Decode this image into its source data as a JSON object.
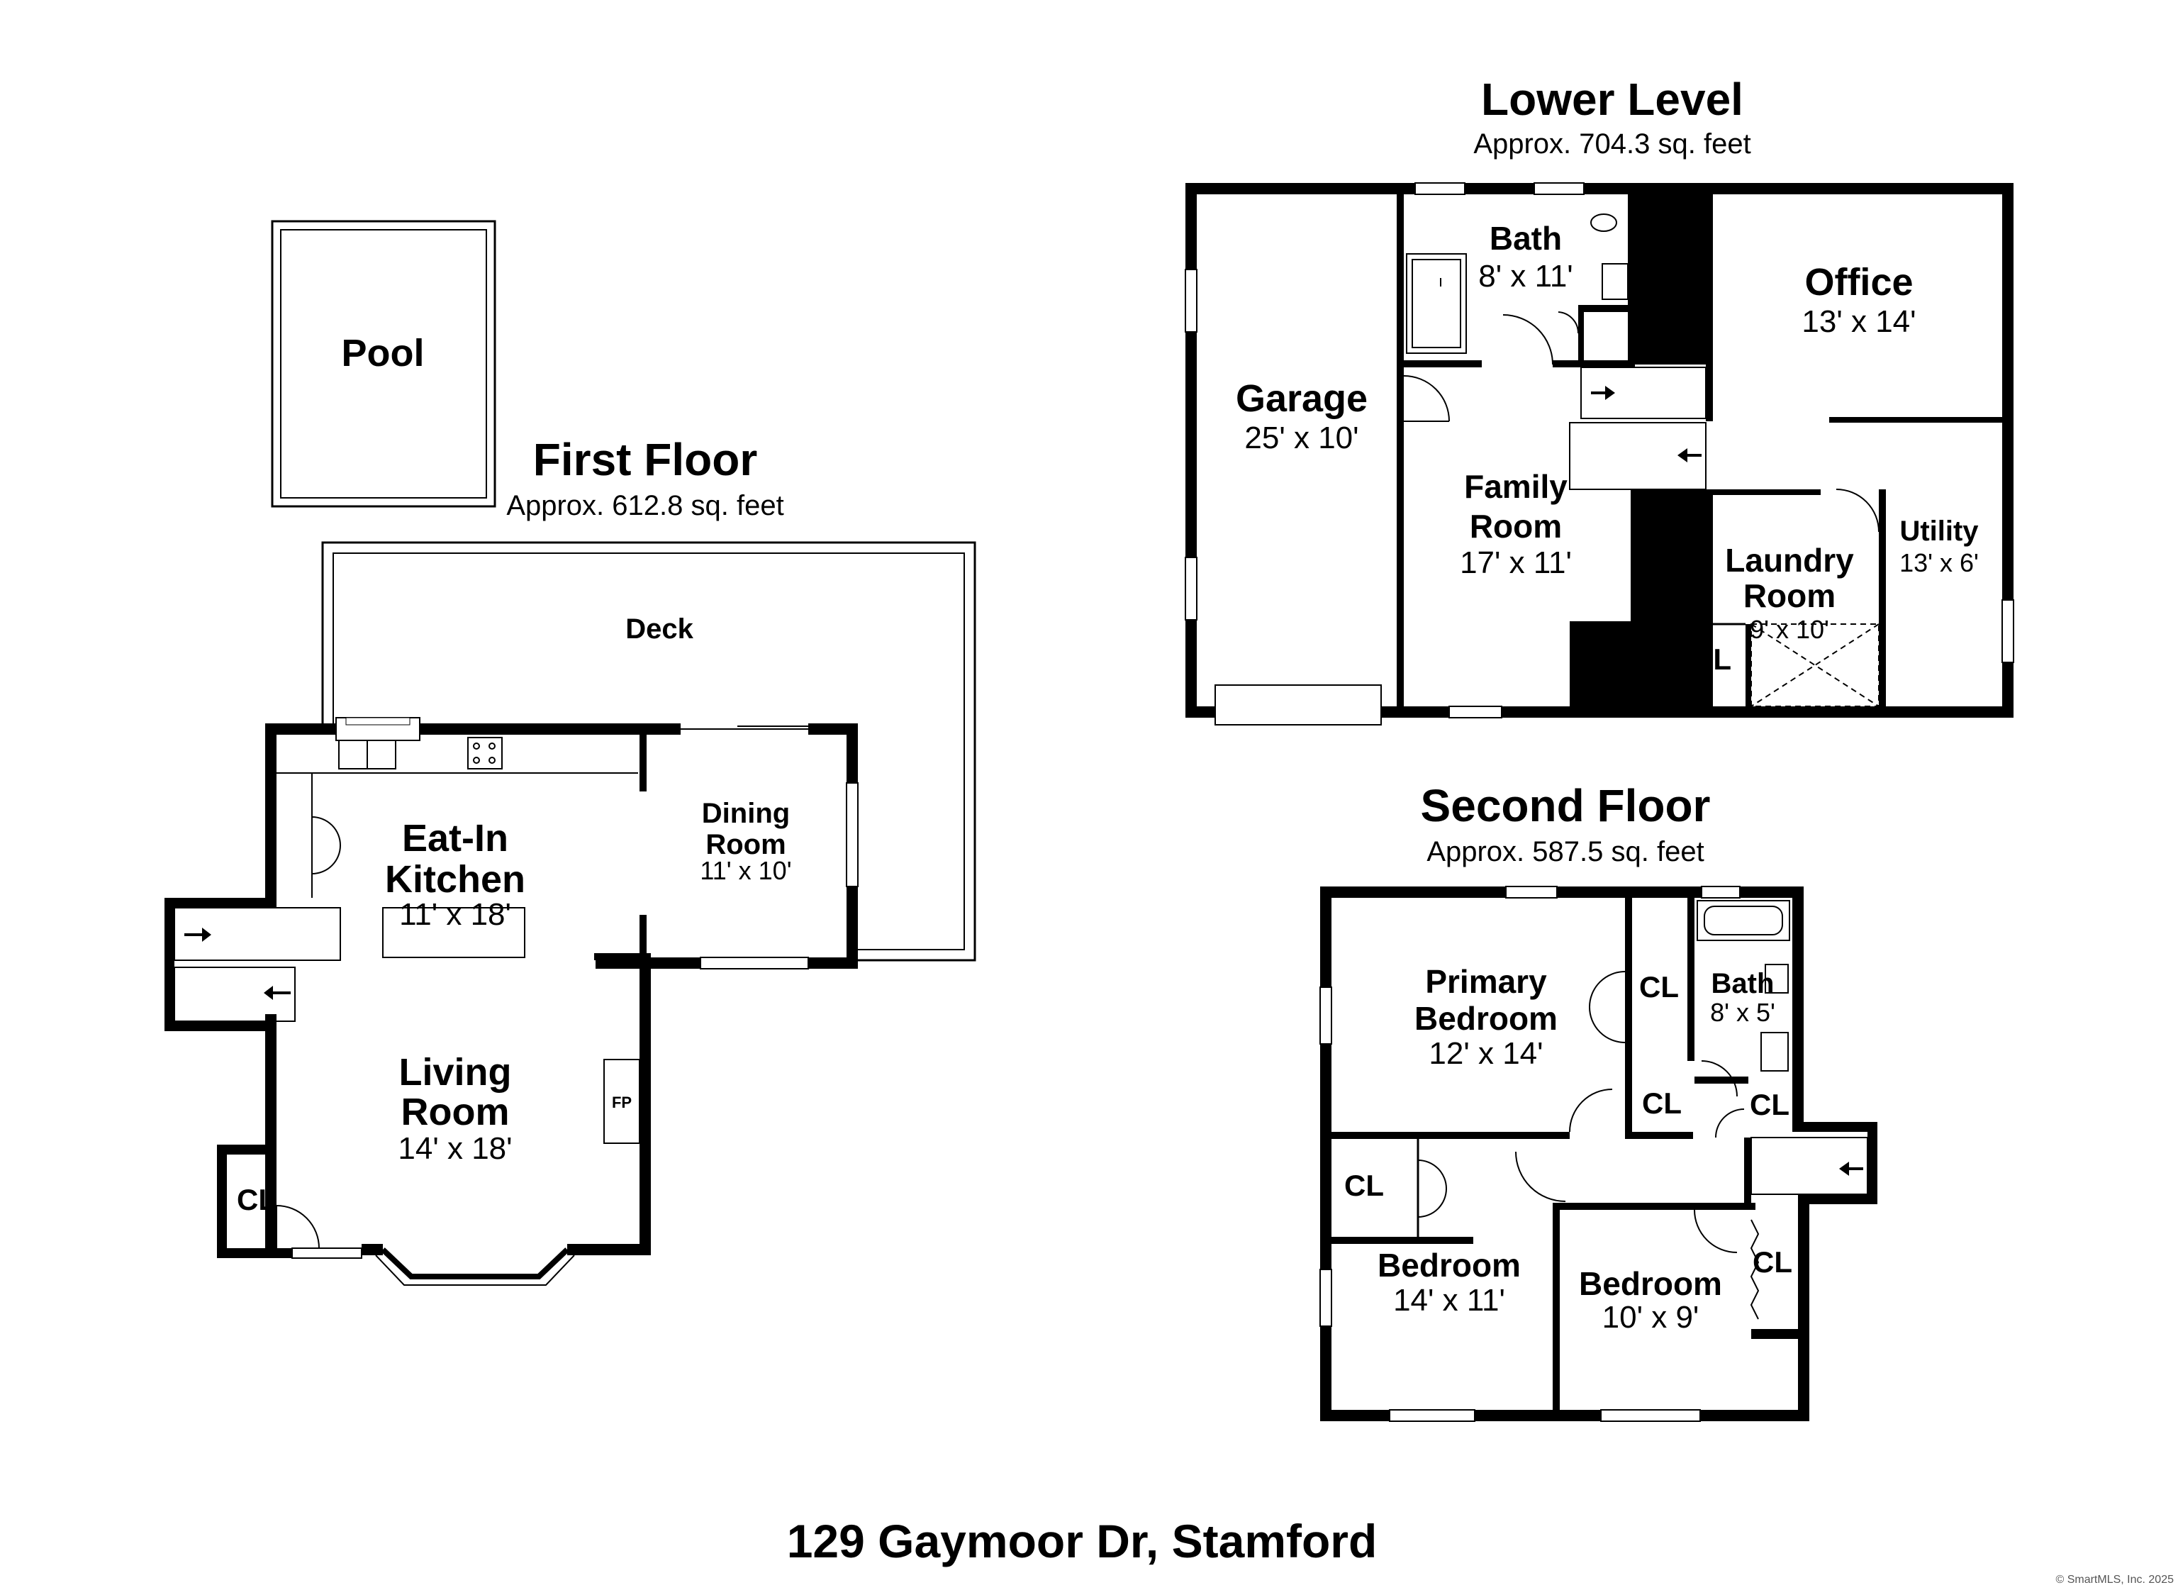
{
  "address": "129 Gaymoor Dr, Stamford",
  "copyright": "© SmartMLS, Inc. 2025",
  "floors": {
    "first": {
      "title": "First Floor",
      "area": "Approx. 612.8 sq. feet",
      "pool": "Pool",
      "deck": "Deck",
      "kitchen": {
        "name1": "Eat-In",
        "name2": "Kitchen",
        "dims": "11' x 18'"
      },
      "dining": {
        "name1": "Dining",
        "name2": "Room",
        "dims": "11' x 10'"
      },
      "living": {
        "name1": "Living",
        "name2": "Room",
        "dims": "14' x 18'"
      },
      "closet": "CL",
      "fireplace": "FP"
    },
    "lower": {
      "title": "Lower Level",
      "area": "Approx. 704.3 sq. feet",
      "garage": {
        "name": "Garage",
        "dims": "25' x 10'"
      },
      "bath": {
        "name": "Bath",
        "dims": "8' x 11'"
      },
      "office": {
        "name": "Office",
        "dims": "13' x 14'"
      },
      "family": {
        "name1": "Family",
        "name2": "Room",
        "dims": "17' x 11'"
      },
      "laundry": {
        "name1": "Laundry",
        "name2": "Room",
        "dims": "9' x 10'"
      },
      "utility": {
        "name": "Utility",
        "dims": "13' x 6'"
      },
      "closet": "CL"
    },
    "second": {
      "title": "Second Floor",
      "area": "Approx. 587.5 sq. feet",
      "primary": {
        "name1": "Primary",
        "name2": "Bedroom",
        "dims": "12' x 14'"
      },
      "bath": {
        "name": "Bath",
        "dims": "8' x 5'"
      },
      "bedroom1": {
        "name": "Bedroom",
        "dims": "14' x 11'"
      },
      "bedroom2": {
        "name": "Bedroom",
        "dims": "10' x 9'"
      },
      "closet": "CL"
    }
  }
}
